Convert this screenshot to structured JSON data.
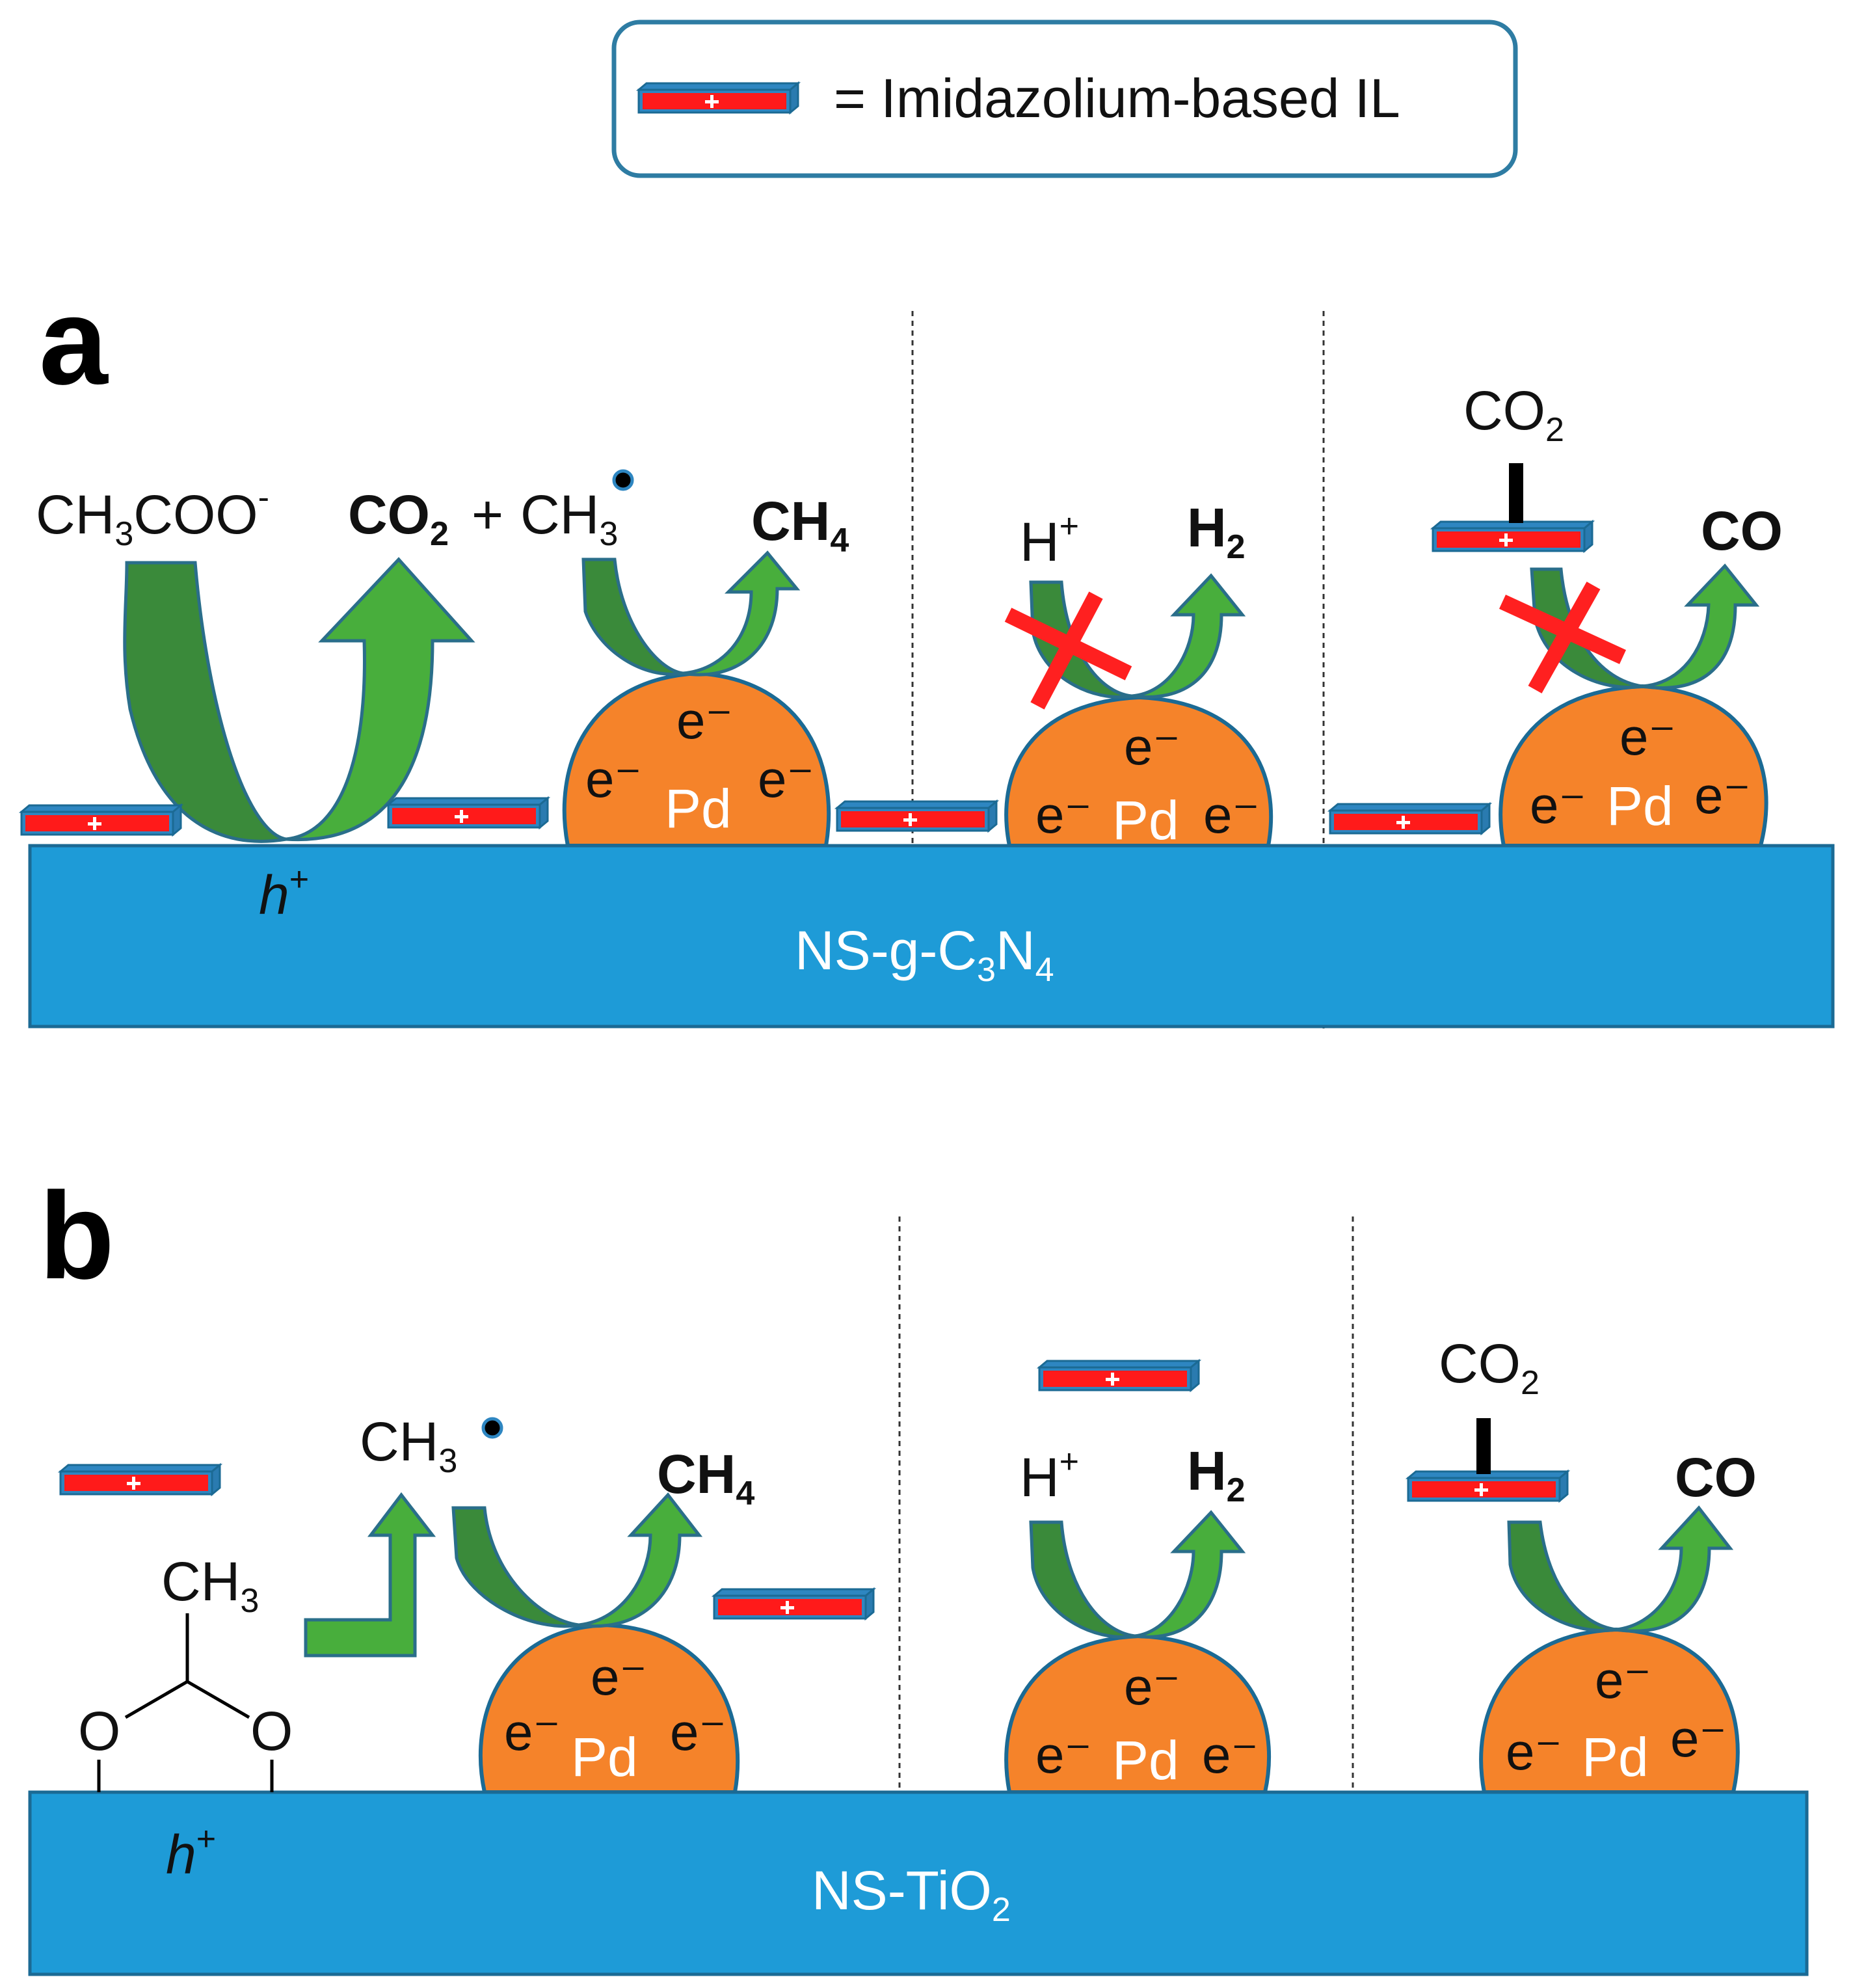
{
  "legend": {
    "text": "= Imidazolium-based IL",
    "il_symbol": "+"
  },
  "panel_a": {
    "label": "a",
    "substrate": {
      "base": "NS-g-C",
      "s1": "3",
      "mid": "N",
      "s2": "4"
    },
    "hole": {
      "h": "h",
      "sup": "+"
    },
    "acetate": {
      "p1": "CH",
      "s1": "3",
      "p2": "COO",
      "sup": "-"
    },
    "products_co2": {
      "co": "CO",
      "sub": "2"
    },
    "plus": "+",
    "methyl": {
      "base": "CH",
      "sub": "3"
    },
    "ch4": {
      "base": "CH",
      "sub": "4"
    },
    "hplus": {
      "base": "H",
      "sup": "+"
    },
    "h2": {
      "base": "H",
      "sub": "2"
    },
    "co2_top": {
      "base": "CO",
      "sub": "2"
    },
    "co": "CO"
  },
  "panel_b": {
    "label": "b",
    "substrate": {
      "base": "NS-TiO",
      "sub": "2"
    },
    "hole": {
      "h": "h",
      "sup": "+"
    },
    "methyl_group": {
      "base": "CH",
      "sub": "3"
    },
    "oxygen": "O",
    "methyl": {
      "base": "CH",
      "sub": "3"
    },
    "ch4": {
      "base": "CH",
      "sub": "4"
    },
    "hplus": {
      "base": "H",
      "sup": "+"
    },
    "h2": {
      "base": "H",
      "sub": "2"
    },
    "co2_top": {
      "base": "CO",
      "sub": "2"
    },
    "co": "CO"
  },
  "pd": {
    "label": "Pd",
    "electron": "e⁻"
  },
  "colors": {
    "substrate": "#1e9bd7",
    "substrate_stroke": "#1b6a94",
    "pd_fill": "#f5832a",
    "pd_stroke": "#1b6a94",
    "arrow_dark": "#3a8a3a",
    "arrow_light": "#48ae3c",
    "il_red": "#ff1a1a",
    "il_blue": "#2e86c1",
    "cross": "#ff2020"
  }
}
